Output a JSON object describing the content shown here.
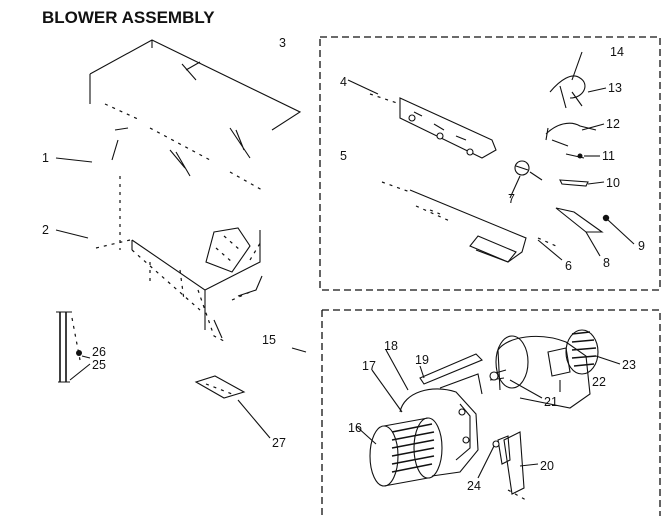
{
  "title": "BLOWER ASSEMBLY",
  "callouts": [
    "1",
    "2",
    "3",
    "4",
    "5",
    "6",
    "7",
    "8",
    "9",
    "10",
    "11",
    "12",
    "13",
    "14",
    "15",
    "16",
    "17",
    "18",
    "19",
    "20",
    "21",
    "22",
    "23",
    "24",
    "25",
    "26",
    "27"
  ]
}
